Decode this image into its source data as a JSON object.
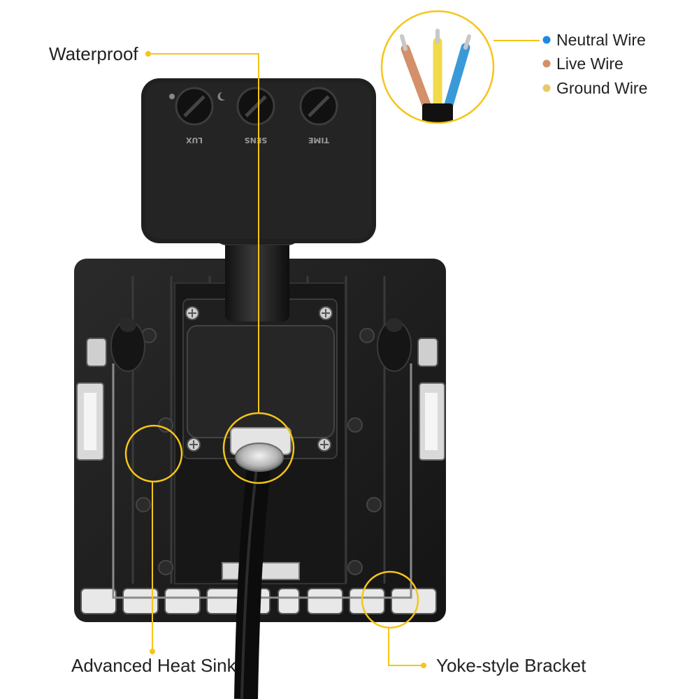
{
  "callouts": {
    "waterproof": "Waterproof",
    "heat_sink": "Advanced Heat Sink",
    "bracket": "Yoke-style Bracket"
  },
  "legend": [
    {
      "label": "Neutral Wire",
      "color": "#1e88e5"
    },
    {
      "label": "Live Wire",
      "color": "#d4906a"
    },
    {
      "label": "Ground Wire",
      "color": "#e6c96a"
    }
  ],
  "sensor": {
    "dials": [
      "LUX",
      "SENS",
      "TIME"
    ]
  },
  "colors": {
    "accent": "#f5c518",
    "body": "#1b1b1b",
    "neutral_wire": "#3a9ad9",
    "live_wire": "#d4906a",
    "ground_wire": "#f2da4a"
  }
}
